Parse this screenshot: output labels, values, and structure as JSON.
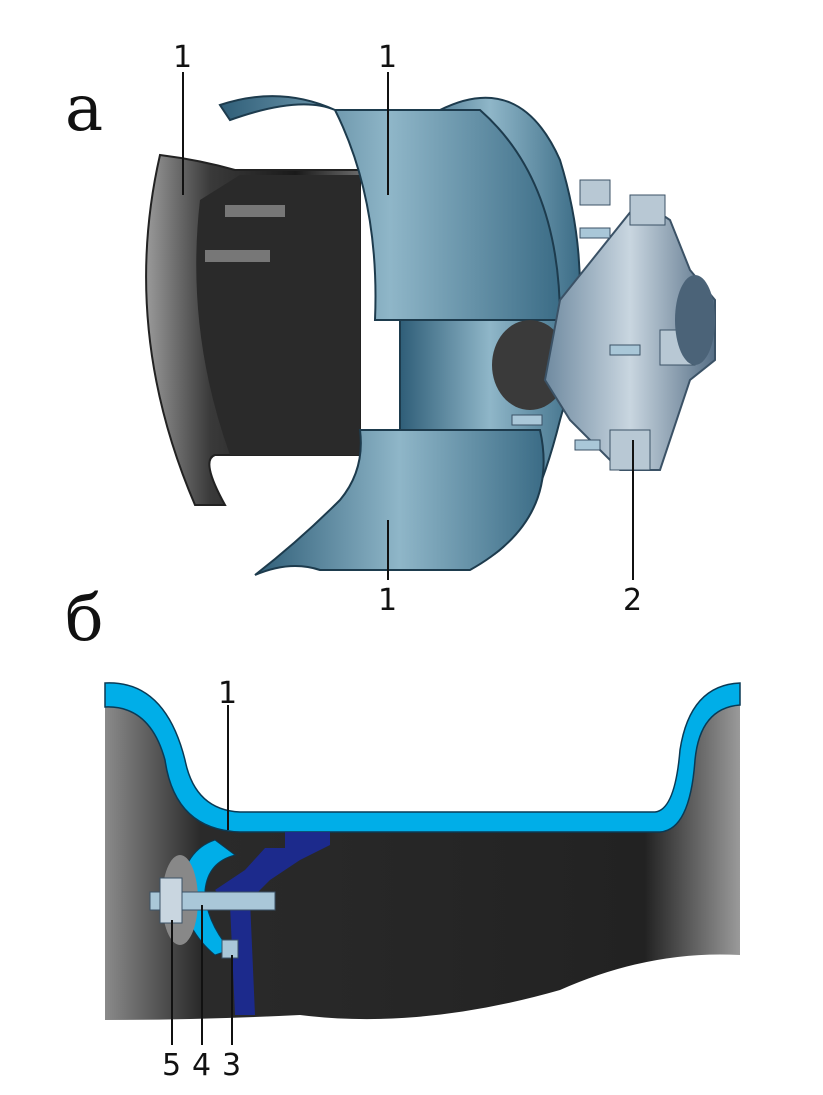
{
  "figure_a": {
    "part_letter": "а",
    "callouts": [
      "1",
      "1",
      "1",
      "2"
    ]
  },
  "figure_b": {
    "part_letter": "б",
    "callouts": [
      "1",
      "5",
      "4",
      "3"
    ]
  },
  "colors": {
    "rim_blue": "#5b8ea6",
    "section_cyan": "#00aee8",
    "hub_blue": "#1c2a8c",
    "dark_metal": "#2a2a2a"
  }
}
